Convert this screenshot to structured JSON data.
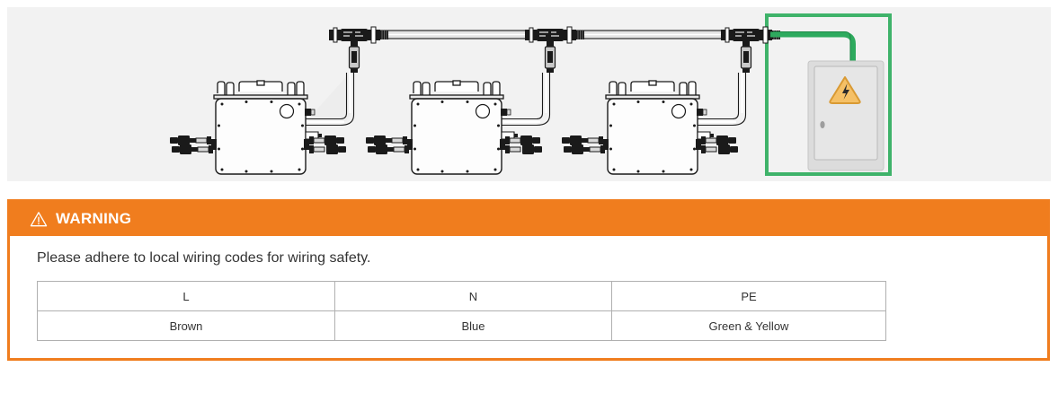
{
  "diagram": {
    "name": "microinverter-trunk-cable-wiring-diagram",
    "background_color": "#f2f2f2",
    "highlight": {
      "name": "ac-distribution-box-highlight",
      "color": "#3fb36a",
      "border_width": 4
    },
    "inverter_count": 3,
    "inverter": {
      "label": "microinverter",
      "body_color": "#fdfdfd",
      "outline_color": "#1a1a1a"
    },
    "trunk_cable": {
      "label": "ac-trunk-cable",
      "color": "#d9d9d9",
      "outline": "#1a1a1a"
    },
    "ac_cable": {
      "label": "ac-output-cable",
      "color": "#2eaa5e"
    },
    "panel_box": {
      "label": "ac-distribution-box",
      "body_color": "#dcdcdc",
      "face_color": "#e3e3e3",
      "hazard_icon": "electrical-hazard-icon",
      "hazard_fill": "#f5c066",
      "hazard_stroke": "#d99a33"
    },
    "connectors": {
      "t_connector": "t-branch-connector",
      "dc_connector": "dc-mc4-connector",
      "coupling": "cable-coupling"
    }
  },
  "warning": {
    "icon": "warning-triangle-icon",
    "title": "WARNING",
    "accent_color": "#f07d1e",
    "body_text": "Please adhere to local wiring codes for wiring safety."
  },
  "wire_table": {
    "headers": [
      "L",
      "N",
      "PE"
    ],
    "rows": [
      [
        "Brown",
        "Blue",
        "Green & Yellow"
      ]
    ]
  }
}
